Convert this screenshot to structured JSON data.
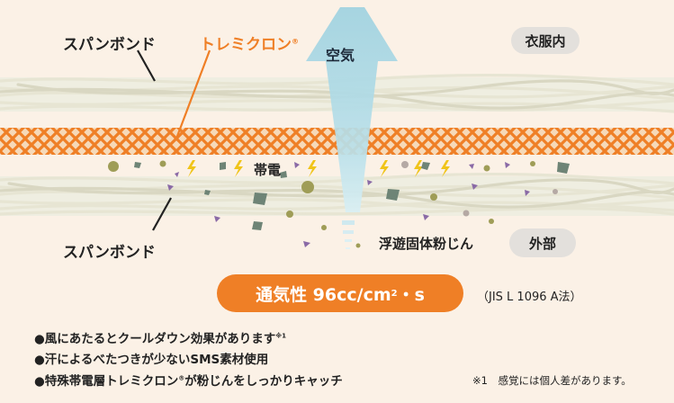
{
  "labels": {
    "spunbond_top": "スパンボンド",
    "toraymicron": "トレミクロン",
    "registered": "®",
    "air": "空気",
    "clothing_inside": "衣服内",
    "static": "帯電",
    "spunbond_bottom": "スパンボンド",
    "dust": "浮遊固体粉じん",
    "outside": "外部"
  },
  "breathability": {
    "prefix": "通気性 96cc/cm",
    "exp": "2",
    "suffix": "・s"
  },
  "standard": "（JIS L 1096 A法）",
  "bullets": [
    {
      "text": "●風にあたるとクールダウン効果があります",
      "sup": "※1"
    },
    {
      "text": "●汗によるべたつきが少ないSMS素材使用",
      "sup": ""
    },
    {
      "text": "●特殊帯電層トレミクロン",
      "sup": "®",
      "text2": "が粉じんをしっかりキャッチ"
    }
  ],
  "footnote": "※1　感覚には個人差があります。",
  "colors": {
    "background": "#fbf1e6",
    "accent_orange": "#ef7f26",
    "fiber": "#e6e4d2",
    "air_arrow": "#aad7e3",
    "pill_grey": "#e3e0dc",
    "static_bolt": "#f0c419"
  }
}
